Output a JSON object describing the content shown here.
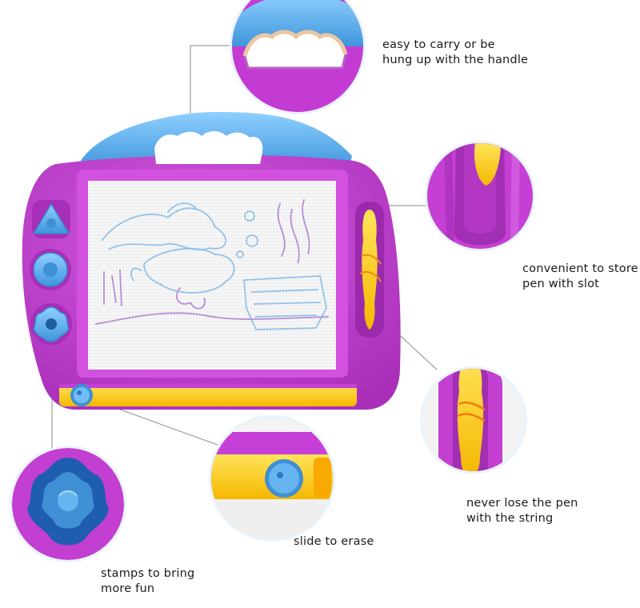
{
  "captions": {
    "handle": {
      "line1": "easy to carry or be",
      "line2": "hung up with the handle"
    },
    "slot": {
      "line1": "convenient to store",
      "line2": "pen with slot"
    },
    "string": {
      "line1": "never lose the pen",
      "line2": "with the string"
    },
    "erase": {
      "line1": "slide to erase"
    },
    "stamps": {
      "line1": "stamps to bring",
      "line2": "more fun"
    }
  },
  "colors": {
    "board_purple": "#c23fd0",
    "handle_blue": "#5fb4ee",
    "slider_yellow": "#ffd21e",
    "stamp_blue": "#4aa3e6",
    "screen_white": "#f3f4f4",
    "drawing_blue": "#8fc1ea",
    "drawing_purple": "#b48ad8",
    "leader_line": "#8a8a8a"
  },
  "icons": [
    "triangle-stamp-icon",
    "circle-stamp-icon",
    "flower-stamp-icon",
    "pen-icon",
    "eraser-knob-icon"
  ]
}
